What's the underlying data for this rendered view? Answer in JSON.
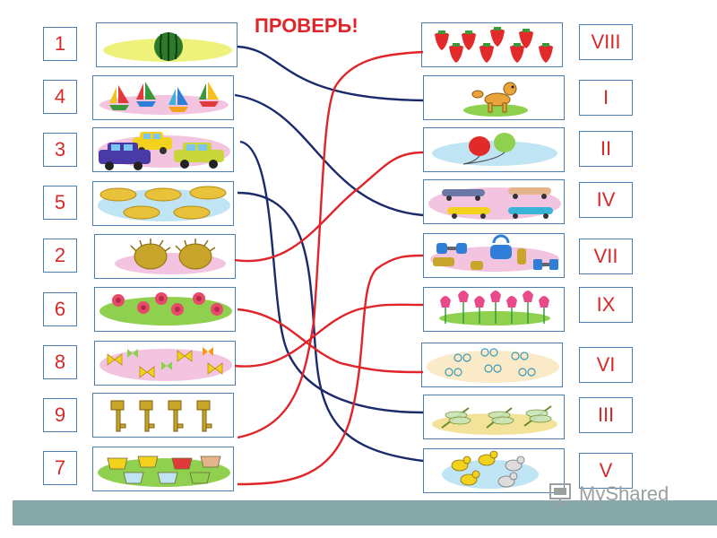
{
  "title": "ПРОВЕРЬ!",
  "left_numbers": [
    "1",
    "4",
    "3",
    "5",
    "2",
    "6",
    "8",
    "9",
    "7"
  ],
  "right_numerals": [
    "VIII",
    "I",
    "II",
    "IV",
    "VII",
    "IX",
    "VI",
    "III",
    "V"
  ],
  "left_pictures": [
    "watermelon",
    "toy-boats",
    "toy-cars",
    "bread-loaves",
    "hedgehogs",
    "flowers",
    "butterflies",
    "keys",
    "cups"
  ],
  "right_pictures": [
    "strawberries",
    "toy-dog",
    "balloons",
    "skateboards",
    "dumbbells-weights",
    "tulips",
    "eyeglasses",
    "dragonflies",
    "ducks"
  ],
  "colors": {
    "accent": "#e0252a",
    "box_border": "#4a7fb0",
    "line_navy": "#1b2a6b",
    "line_red": "#e0252a",
    "footer": "#87a8a8"
  },
  "logo": {
    "text": "MyShared",
    "icon": "presentation-board-icon"
  }
}
